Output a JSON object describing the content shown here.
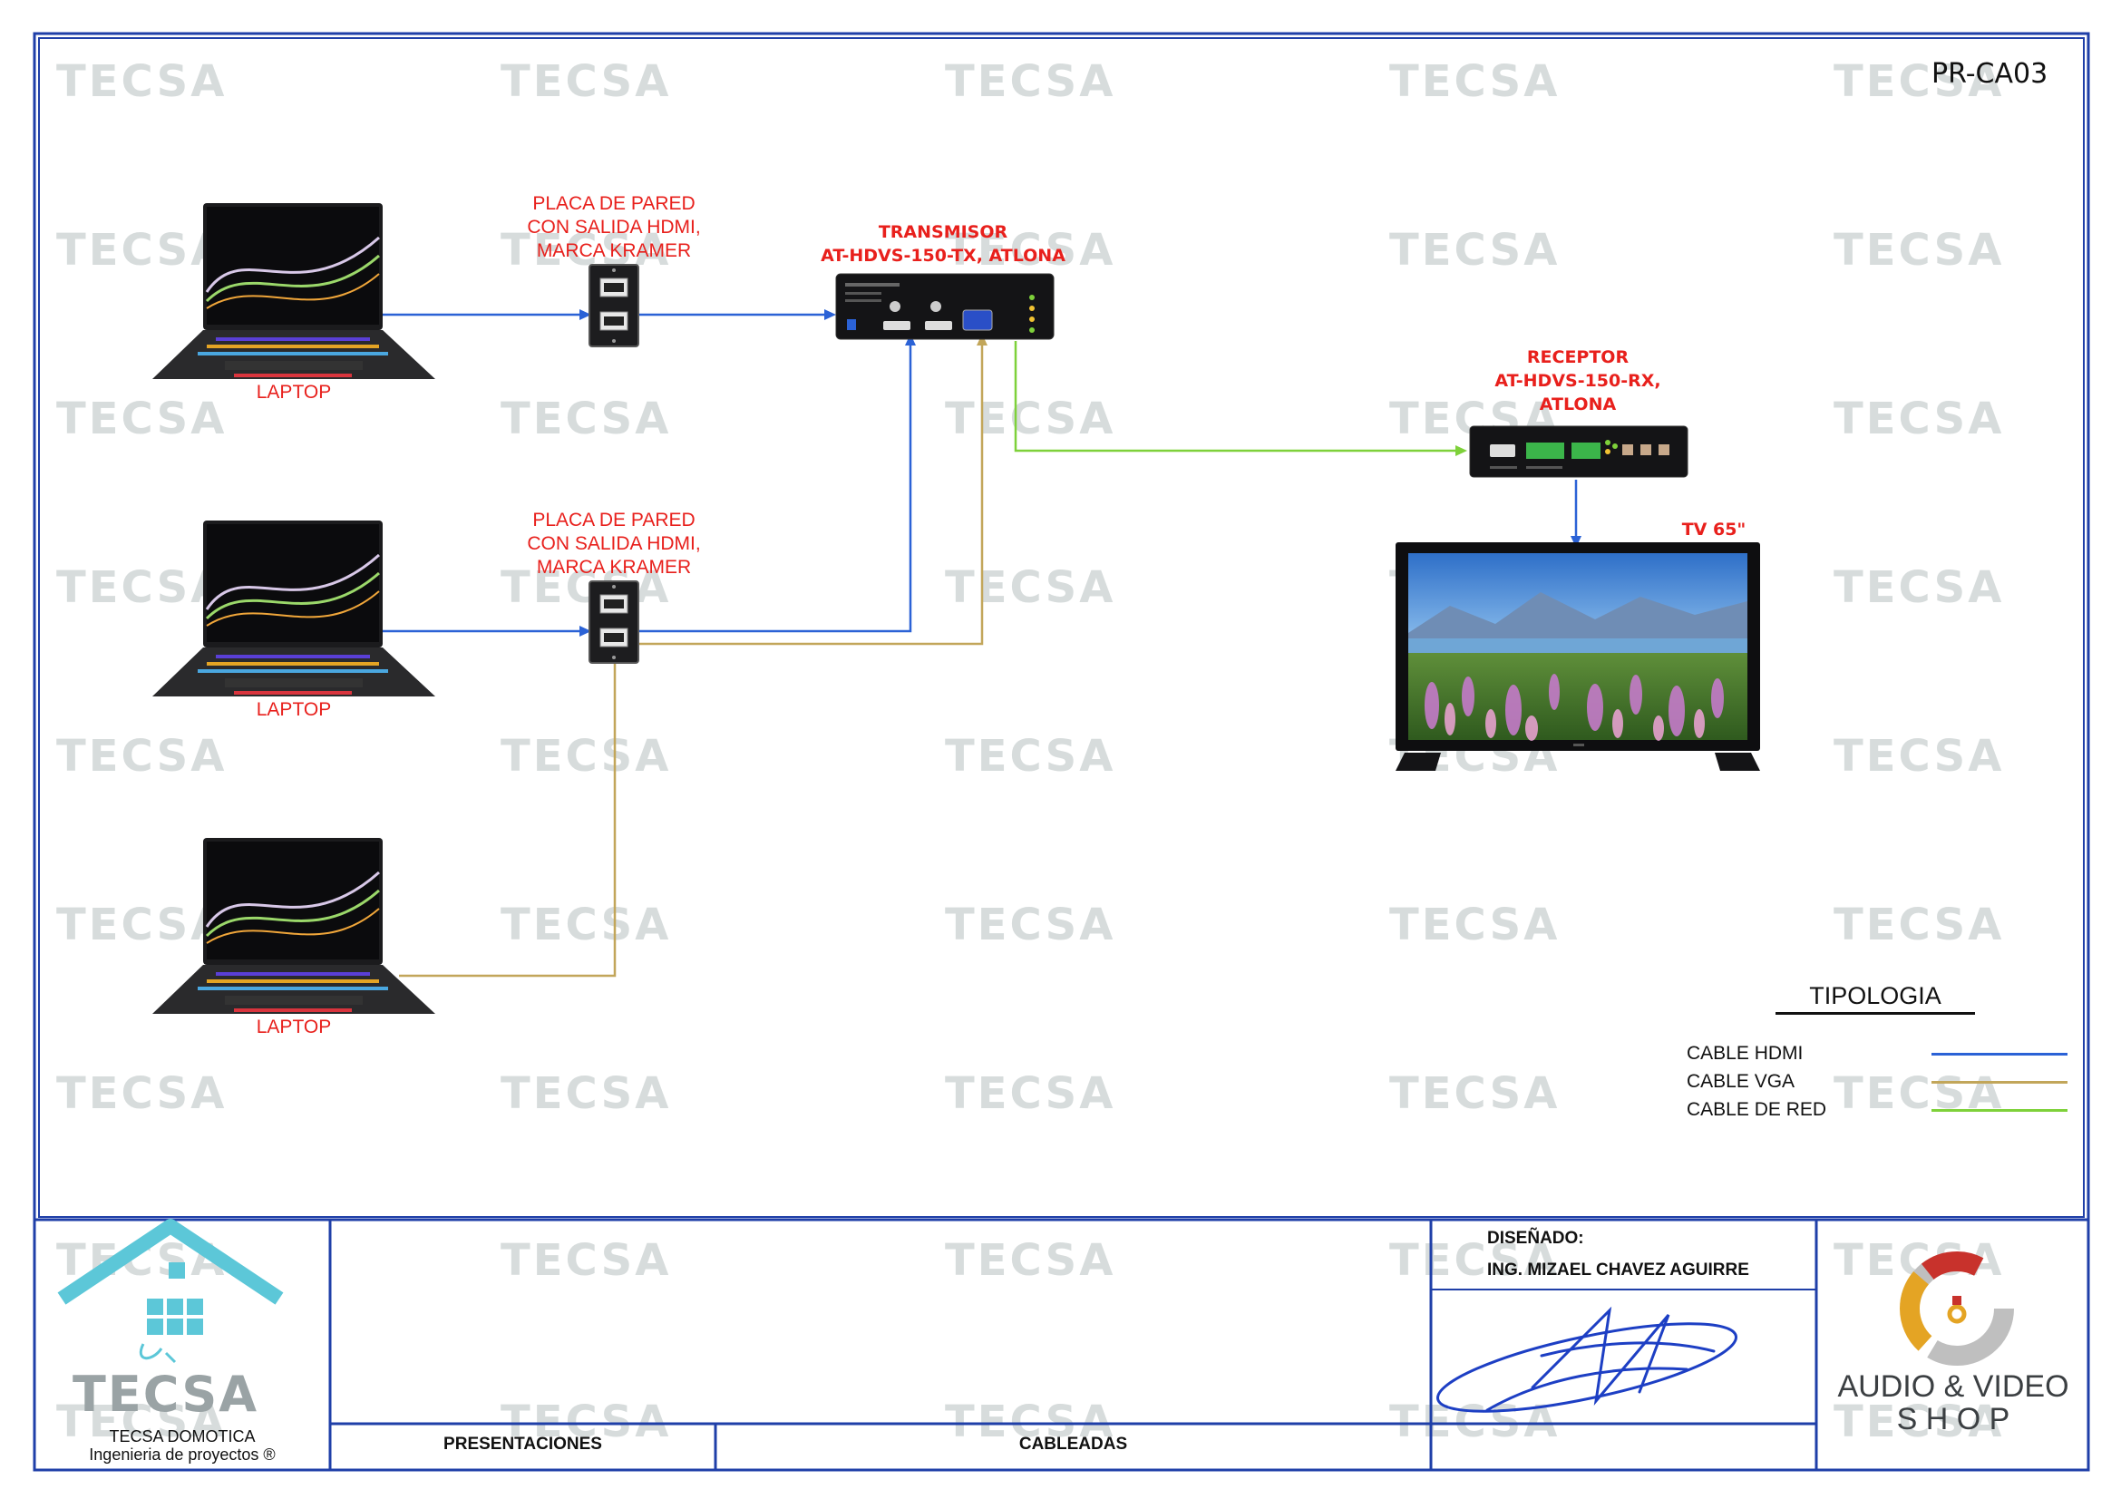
{
  "code": "PR-CA03",
  "watermark": "TECSA",
  "laptops": [
    {
      "label": "LAPTOP"
    },
    {
      "label": "LAPTOP"
    },
    {
      "label": "LAPTOP"
    }
  ],
  "wall_plates": [
    {
      "label_lines": [
        "PLACA DE PARED",
        "CON SALIDA HDMI,",
        "MARCA KRAMER"
      ]
    },
    {
      "label_lines": [
        "PLACA DE PARED",
        "CON SALIDA HDMI,",
        "MARCA KRAMER"
      ]
    }
  ],
  "transmitter": {
    "label_lines": [
      "TRANSMISOR",
      "AT-HDVS-150-TX, ATLONA"
    ]
  },
  "receiver": {
    "label_lines": [
      "RECEPTOR",
      "AT-HDVS-150-RX,",
      "ATLONA"
    ]
  },
  "tv": {
    "label": "TV 65\""
  },
  "legend": {
    "title": "TIPOLOGIA",
    "items": [
      {
        "label": "CABLE HDMI",
        "color": "#2b62d6"
      },
      {
        "label": "CABLE VGA",
        "color": "#c2a65a"
      },
      {
        "label": "CABLE DE RED",
        "color": "#7ed13a"
      }
    ]
  },
  "colors": {
    "hdmi": "#2b62d6",
    "vga": "#c2a65a",
    "red": "#7ed13a",
    "frame": "#1f3fa8",
    "label": "#e8201c"
  },
  "title_block": {
    "company_name": "TECSA",
    "company_line1": "TECSA DOMOTICA",
    "company_line2": "Ingenieria de proyectos ®",
    "presentaciones": "PRESENTACIONES",
    "cableadas": "CABLEADAS",
    "designed_label": "DISEÑADO:",
    "designer": "ING. MIZAEL CHAVEZ AGUIRRE",
    "brand_line1": "AUDIO & VIDEO",
    "brand_line2": "S H O P"
  }
}
